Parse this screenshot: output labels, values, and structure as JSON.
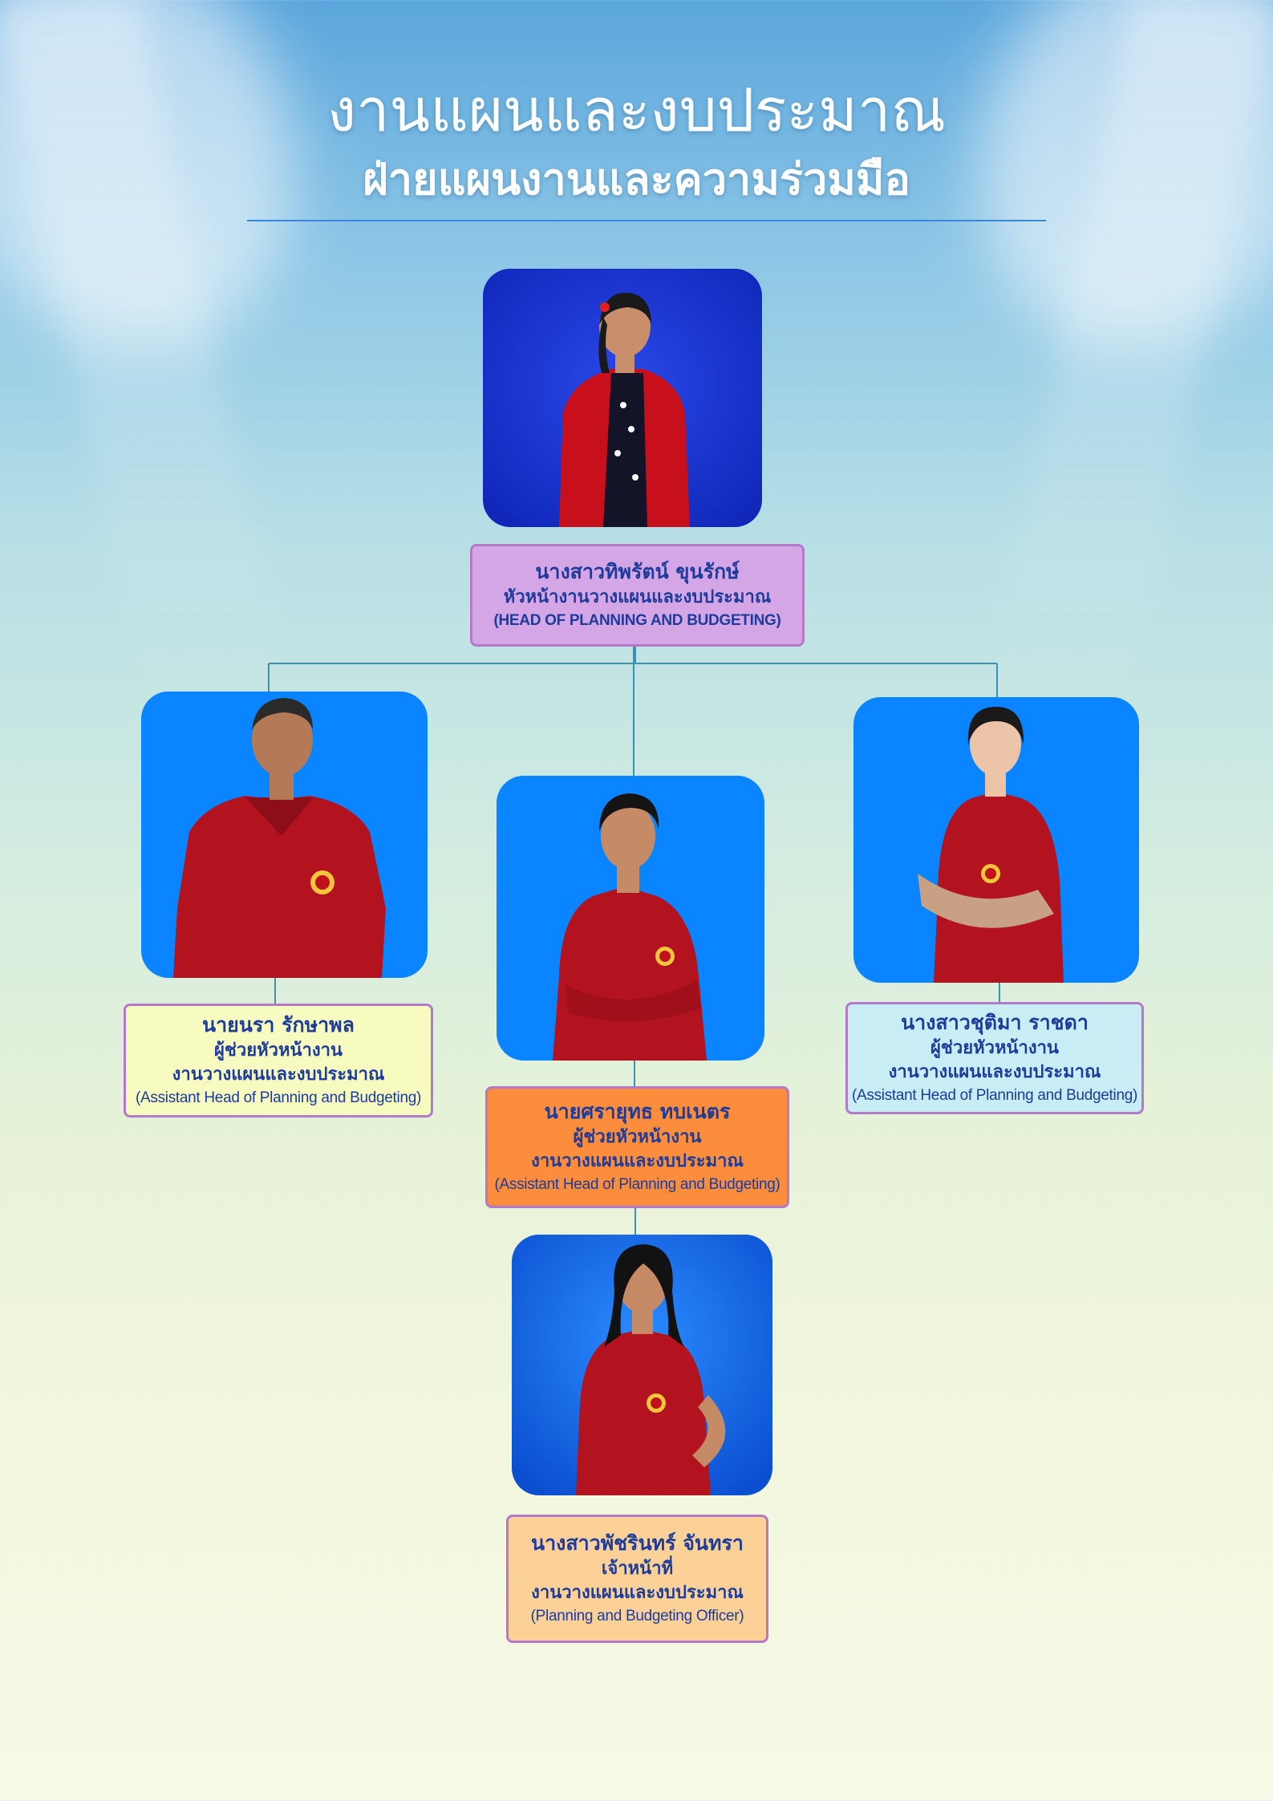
{
  "header": {
    "title": "งานแผนและงบประมาณ",
    "subtitle": "ฝ่ายแผนงานและความร่วมมือ"
  },
  "colors": {
    "head_card": "#d5a6e6",
    "left_card": "#f7fbbf",
    "mid_card": "#fb8d3d",
    "right_card": "#c9edf4",
    "bottom_card": "#fcd198",
    "card_border": "#b27ac8",
    "text": "#1d3b9a",
    "photo_bg": "#0a84ff",
    "uniform": "#b3121f"
  },
  "members": {
    "head": {
      "name": "นางสาวทิพรัตน์  ขุนรักษ์",
      "role": "หัวหน้างานวางแผนและงบประมาณ",
      "role_en": "(HEAD OF PLANNING AND BUDGETING)"
    },
    "left": {
      "name": "นายนรา  รักษาพล",
      "role": "ผู้ช่วยหัวหน้างาน",
      "role2": "งานวางแผนและงบประมาณ",
      "role_en": "(Assistant Head of Planning and Budgeting)"
    },
    "middle": {
      "name": "นายศรายุทธ  ทบเนตร",
      "role": "ผู้ช่วยหัวหน้างาน",
      "role2": "งานวางแผนและงบประมาณ",
      "role_en": "(Assistant Head of Planning and Budgeting)"
    },
    "right": {
      "name": "นางสาวชุติมา ราชดา",
      "role": "ผู้ช่วยหัวหน้างาน",
      "role2": "งานวางแผนและงบประมาณ",
      "role_en": "(Assistant Head of Planning and Budgeting)"
    },
    "officer": {
      "name": "นางสาวพัชรินทร์  จันทรา",
      "role": "เจ้าหน้าที่",
      "role2": "งานวางแผนและงบประมาณ",
      "role_en": "(Planning and Budgeting Officer)"
    }
  }
}
